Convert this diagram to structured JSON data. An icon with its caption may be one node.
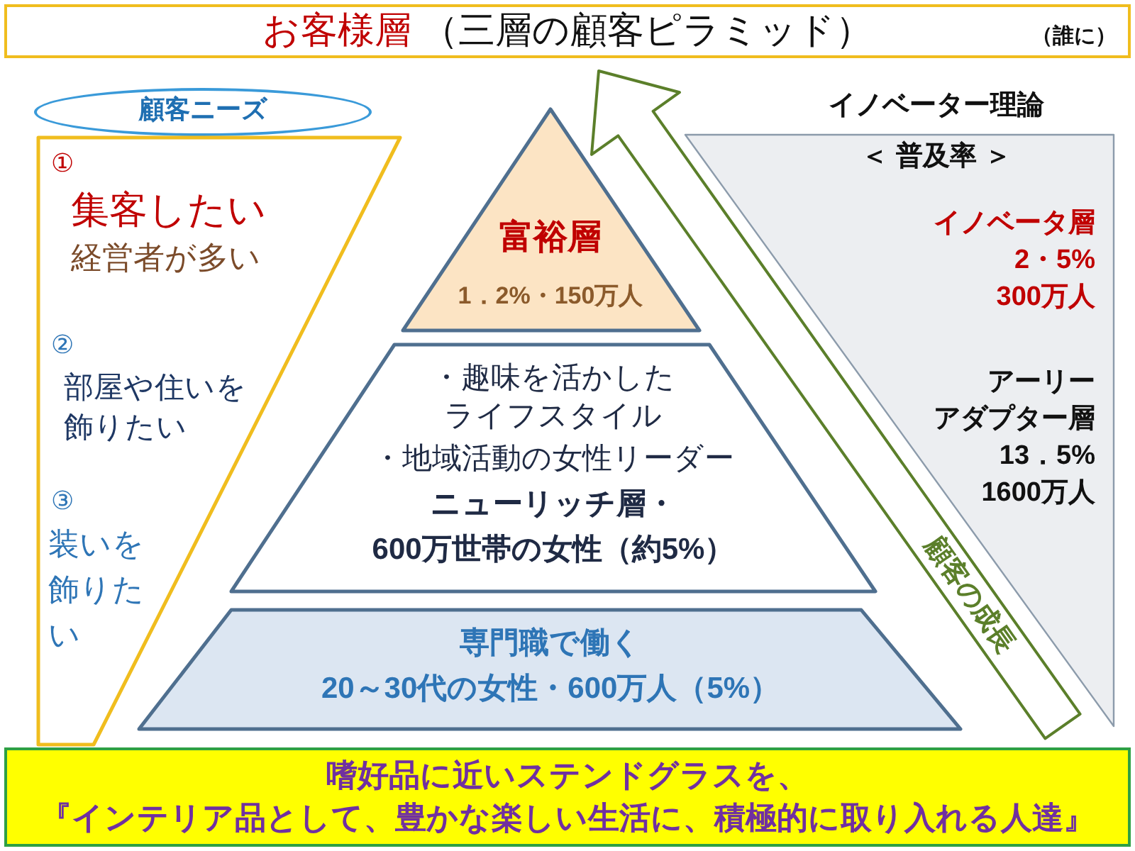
{
  "diagram": {
    "title": "お客様層 （三層の顧客ピラミッド）",
    "nodes": [
      {
        "text": [
          "顧客ニーズ"
        ]
      },
      {
        "text": [
          "①",
          "集客したい",
          "経営者が多い",
          "②",
          "部屋や住いを飾りたい",
          "③",
          "装いを飾りたい"
        ]
      },
      {
        "text": [
          "富裕層",
          "1．2%・150万人"
        ]
      },
      {
        "text": [
          "・趣味を活かしたライフスタイル",
          "・地域活動の女性リーダー",
          "ニューリッチ層・",
          "600万世帯の女性（約5%）"
        ]
      },
      {
        "text": [
          "専門職で働く",
          "20～30代の女性・600万人（5%）"
        ]
      },
      {
        "text": [
          "顧客の成長"
        ]
      },
      {
        "text": [
          "イノベーター理論",
          "＜ 普及率 ＞",
          "イノベータ層",
          "2・5%",
          "300万人",
          "アーリー",
          "アダプター層",
          "13．5%",
          "1600万人"
        ]
      },
      {
        "text": [
          "嗜好品に近いステンドグラスを、",
          "『インテリア品として、豊かな楽しい生活に、積極的に取り入れる人達』"
        ]
      }
    ],
    "labels": [
      "（誰に）"
    ]
  }
}
